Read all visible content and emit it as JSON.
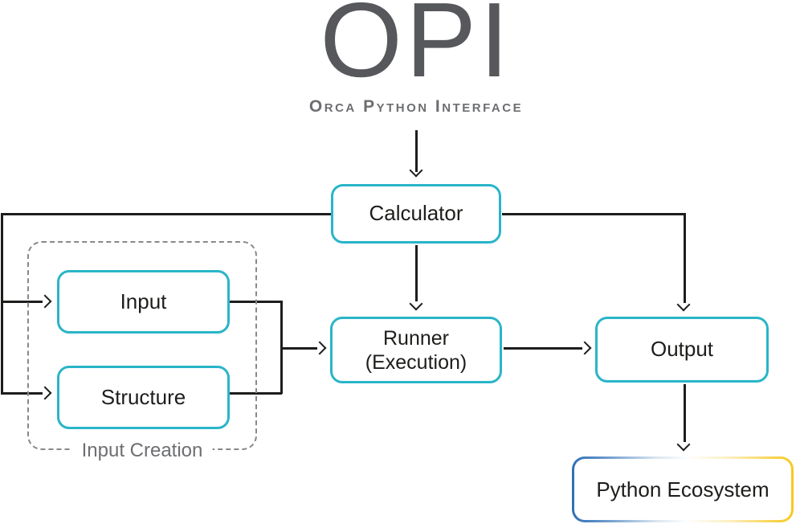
{
  "header": {
    "logo": "OPI",
    "subtitle": "Orca Python Interface"
  },
  "nodes": {
    "calculator": {
      "label": "Calculator"
    },
    "input": {
      "label": "Input"
    },
    "structure": {
      "label": "Structure"
    },
    "runner": {
      "line1": "Runner",
      "line2": "(Execution)"
    },
    "output": {
      "label": "Output"
    },
    "python_ecosystem": {
      "label": "Python Ecosystem"
    }
  },
  "groups": {
    "input_creation": {
      "label": "Input Creation"
    }
  },
  "colors": {
    "node_border": "#29b5c8",
    "connector": "#1d1d1b",
    "logo_text": "#57585b",
    "subtitle_text": "#6d6e71",
    "group_border": "#87888a",
    "group_label": "#6d6e71",
    "python_blue": "#2e6fb7",
    "python_yellow": "#f7c81e",
    "background": "#ffffff"
  }
}
